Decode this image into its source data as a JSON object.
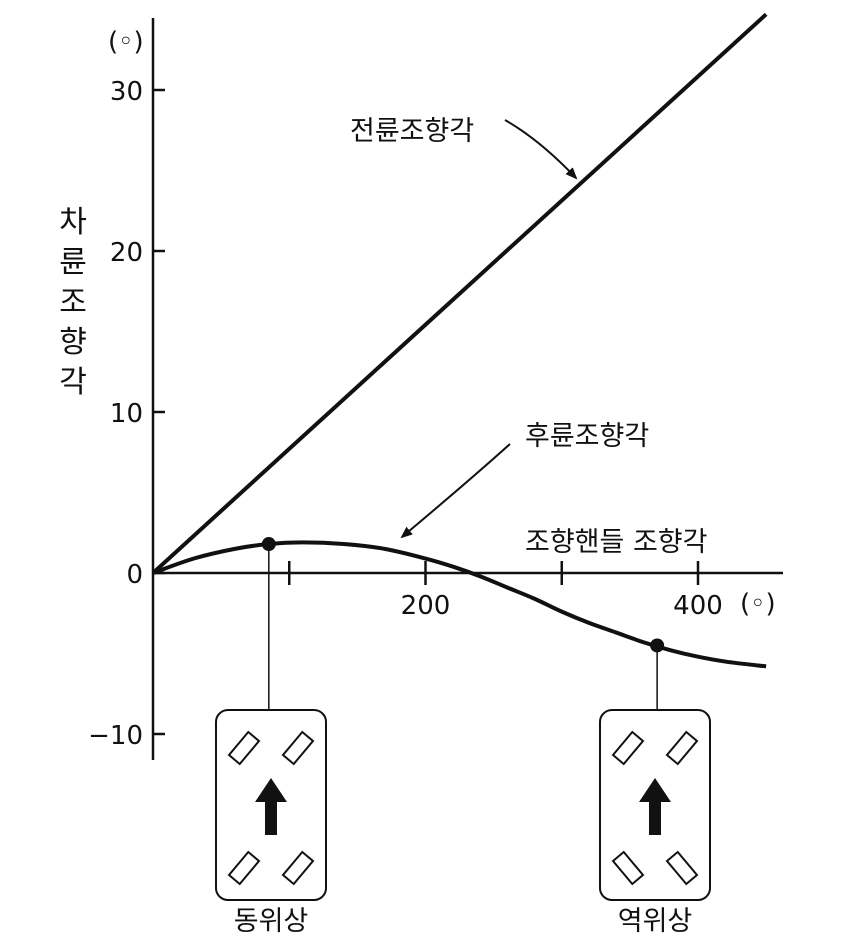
{
  "chart_data": {
    "type": "line",
    "xlabel": "조향핸들 조향각",
    "ylabel": [
      "차",
      "륜",
      "조",
      "향",
      "각"
    ],
    "x_unit": "(◦)",
    "y_unit": "(◦)",
    "xlim": [
      0,
      450
    ],
    "ylim": [
      -11,
      35
    ],
    "x_ticks": [
      {
        "value": 100,
        "label": ""
      },
      {
        "value": 200,
        "label": "200"
      },
      {
        "value": 300,
        "label": ""
      },
      {
        "value": 400,
        "label": "400"
      }
    ],
    "y_ticks": [
      {
        "value": -10,
        "label": "−10"
      },
      {
        "value": 0,
        "label": "0"
      },
      {
        "value": 10,
        "label": "10"
      },
      {
        "value": 20,
        "label": "20"
      },
      {
        "value": 30,
        "label": "30"
      }
    ],
    "series": [
      {
        "name": "전륜조향각",
        "x": [
          0,
          450
        ],
        "y": [
          0,
          34.7
        ]
      },
      {
        "name": "후륜조향각",
        "x": [
          0,
          30,
          60,
          85,
          110,
          140,
          170,
          200,
          220,
          240,
          260,
          280,
          300,
          320,
          340,
          360,
          380,
          400,
          420,
          450
        ],
        "y": [
          0,
          0.9,
          1.5,
          1.8,
          1.9,
          1.8,
          1.5,
          0.9,
          0.4,
          -0.2,
          -0.9,
          -1.6,
          -2.4,
          -3.1,
          -3.7,
          -4.3,
          -4.8,
          -5.2,
          -5.5,
          -5.8
        ]
      }
    ],
    "markers": [
      {
        "x": 85,
        "y": 1.8,
        "label": "동위상"
      },
      {
        "x": 370,
        "y": -4.5,
        "label": "역위상"
      }
    ],
    "grid": false,
    "legend": "none"
  }
}
